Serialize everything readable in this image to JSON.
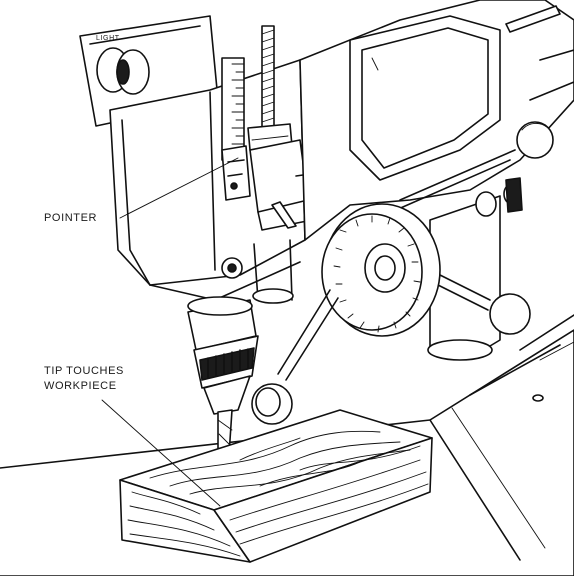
{
  "labels": {
    "pointer": "POINTER",
    "tip_line1": "TIP TOUCHES",
    "tip_line2": "WORKPIECE"
  },
  "colors": {
    "ink": "#111111",
    "paper": "#ffffff"
  }
}
